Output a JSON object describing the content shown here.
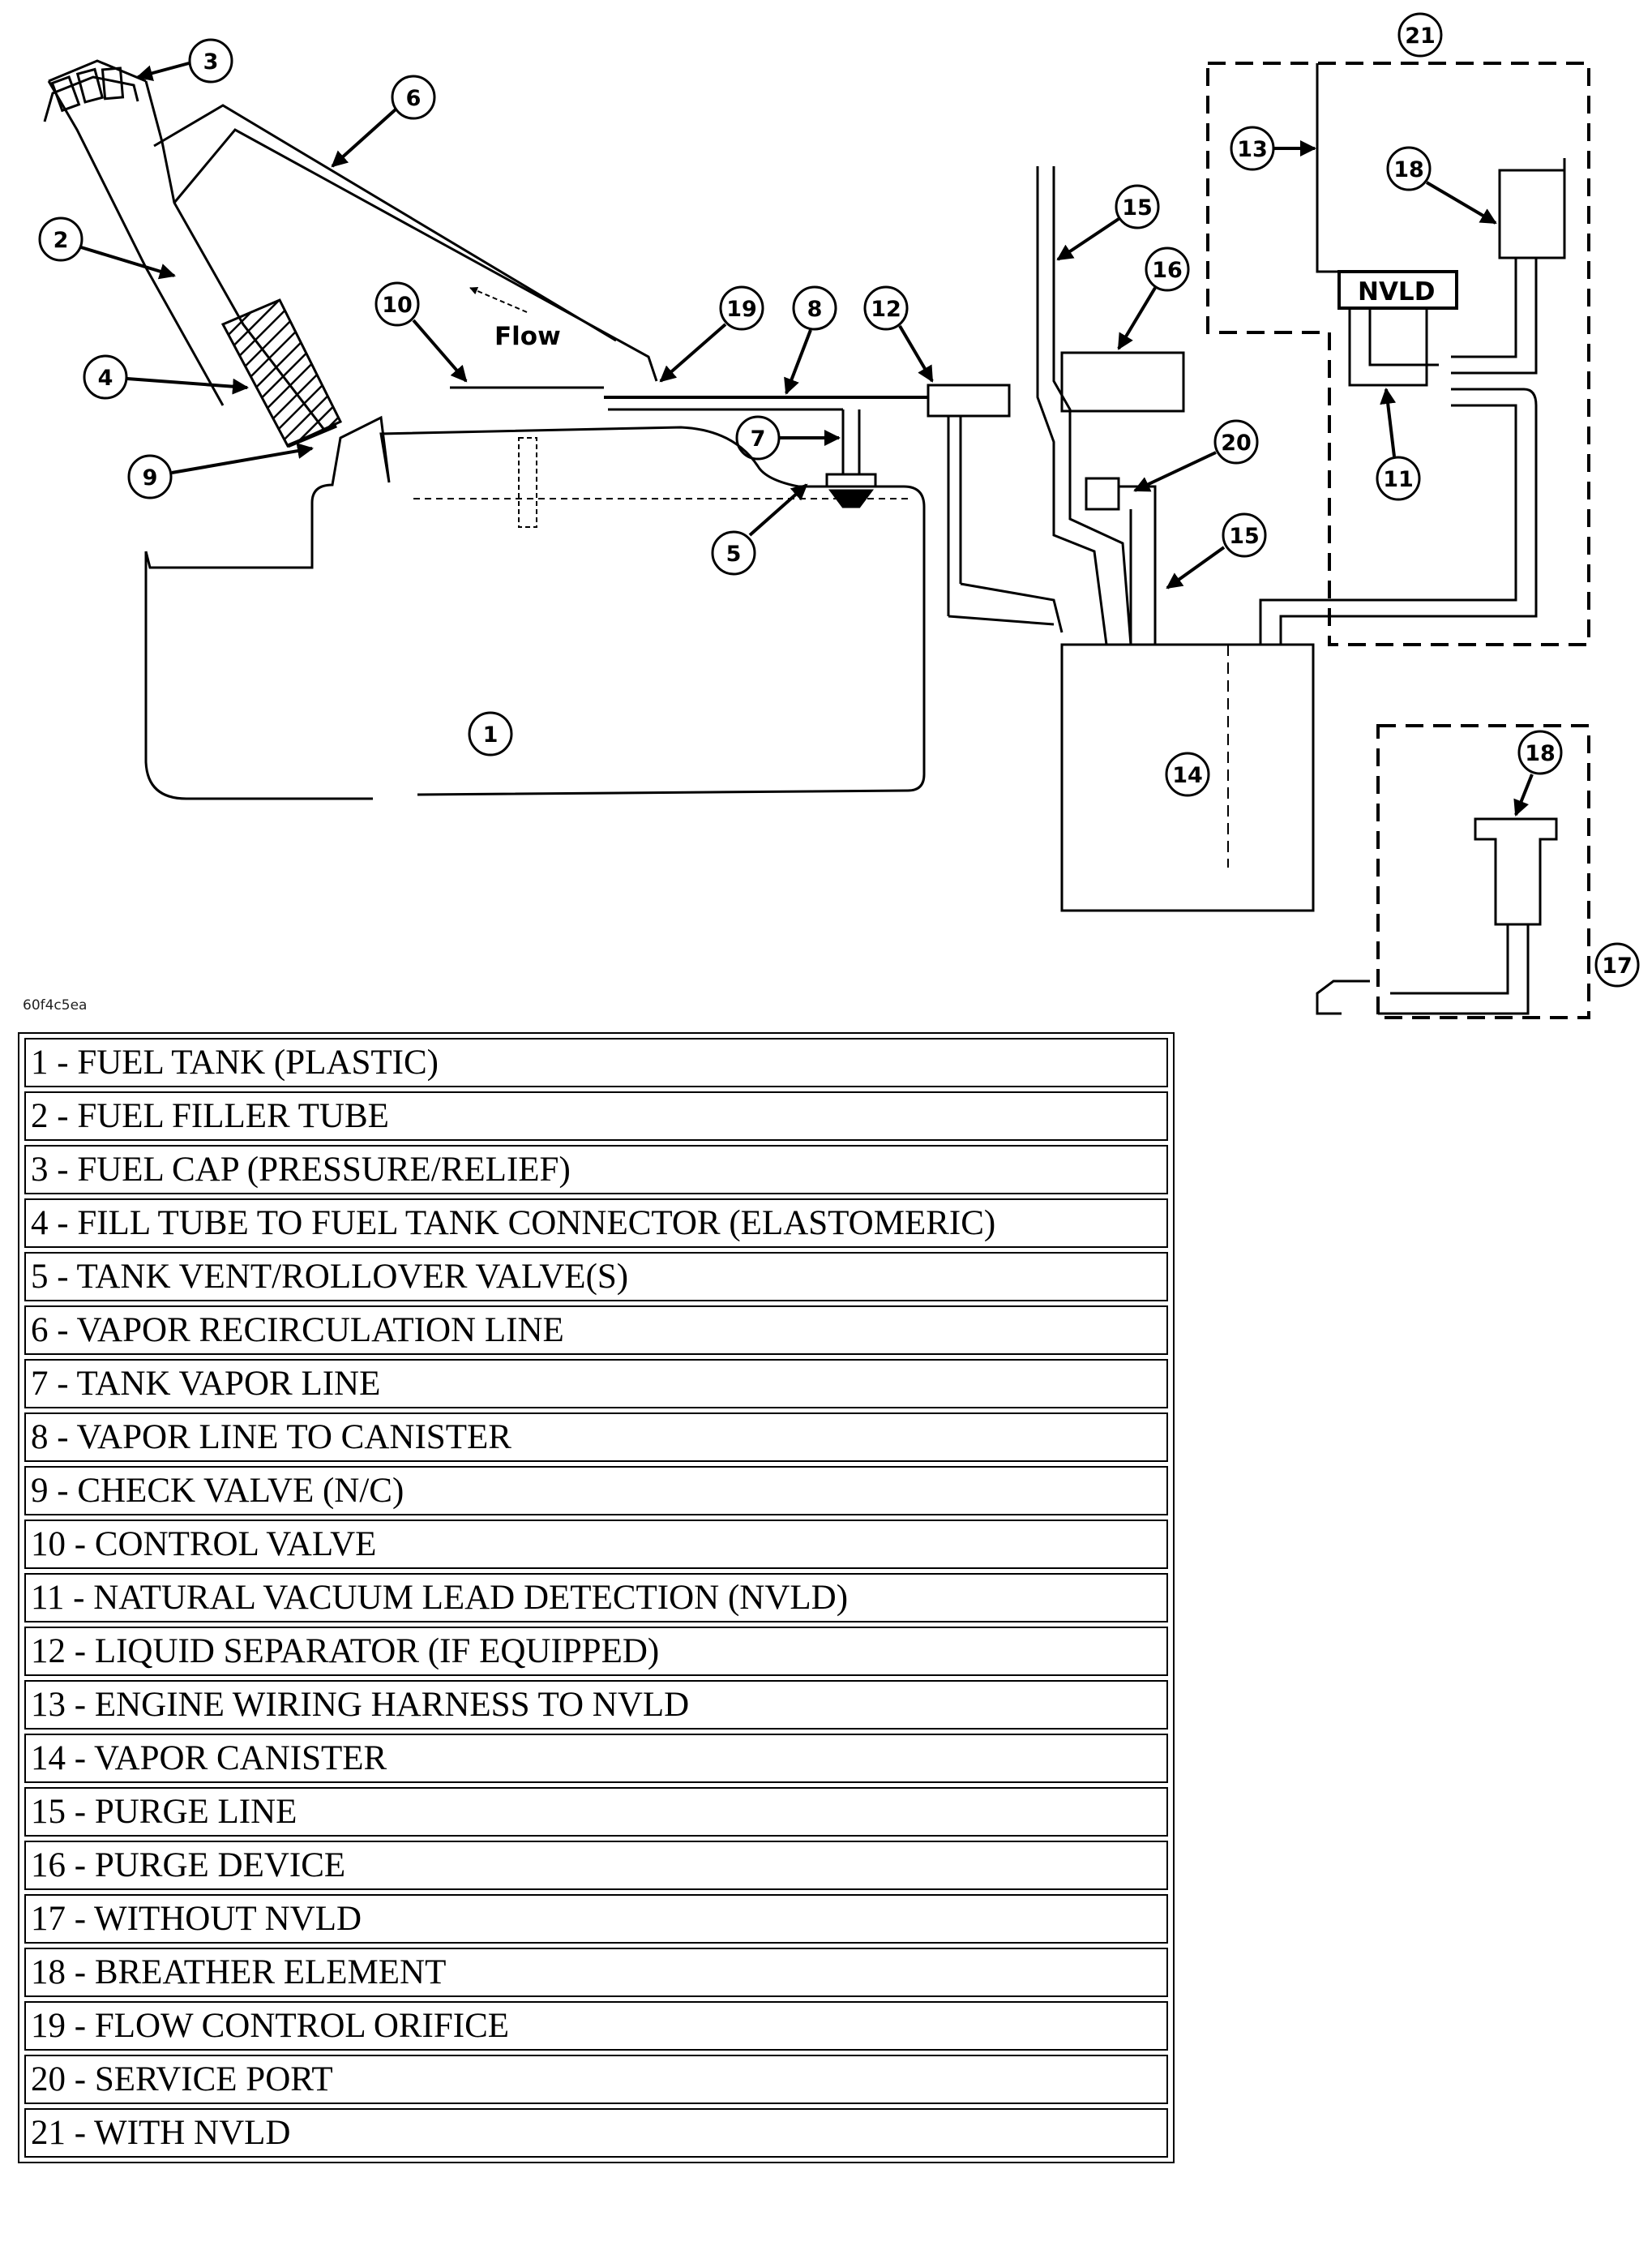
{
  "diagram": {
    "flow_label": "Flow",
    "nvld_label": "NVLD",
    "figure_id": "60f4c5ea",
    "callouts": [
      "1",
      "2",
      "3",
      "4",
      "5",
      "6",
      "7",
      "8",
      "9",
      "10",
      "11",
      "12",
      "13",
      "14",
      "15",
      "15",
      "16",
      "17",
      "18",
      "18",
      "19",
      "20",
      "21"
    ]
  },
  "legend": [
    "1 - FUEL TANK (PLASTIC)",
    "2 - FUEL FILLER TUBE",
    "3 - FUEL CAP (PRESSURE/RELIEF)",
    "4 - FILL TUBE TO FUEL TANK CONNECTOR (ELASTOMERIC)",
    "5 - TANK VENT/ROLLOVER VALVE(S)",
    "6 - VAPOR RECIRCULATION LINE",
    "7 - TANK VAPOR LINE",
    "8 - VAPOR LINE TO CANISTER",
    "9 - CHECK VALVE (N/C)",
    "10 - CONTROL VALVE",
    "11 - NATURAL VACUUM LEAD DETECTION (NVLD)",
    "12 - LIQUID SEPARATOR (IF EQUIPPED)",
    "13 - ENGINE WIRING HARNESS TO NVLD",
    "14 - VAPOR CANISTER",
    "15 - PURGE LINE",
    "16 - PURGE DEVICE",
    "17 - WITHOUT NVLD",
    "18 - BREATHER ELEMENT",
    "19 - FLOW CONTROL ORIFICE",
    "20 - SERVICE PORT",
    "21 - WITH NVLD"
  ]
}
